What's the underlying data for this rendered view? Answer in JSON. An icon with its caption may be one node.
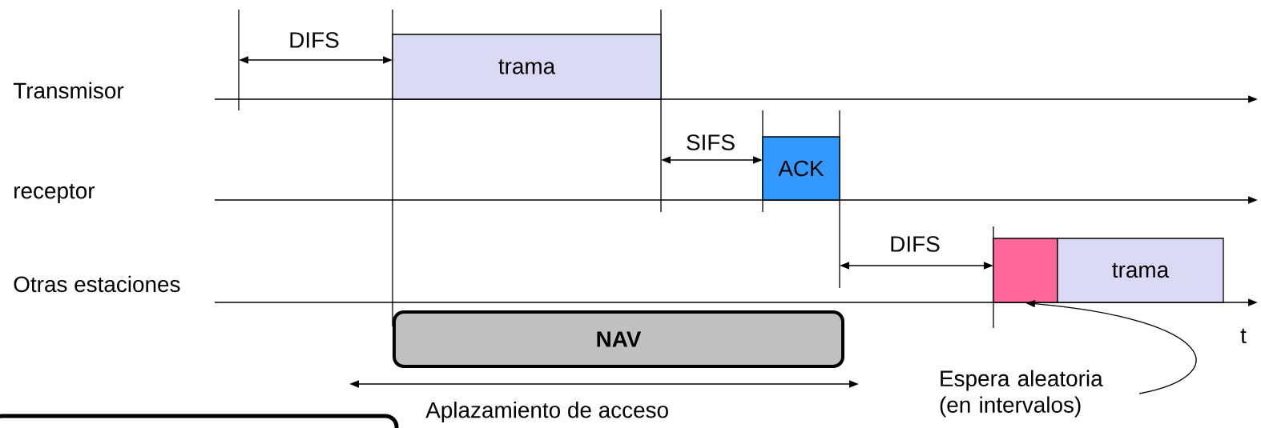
{
  "diagram": {
    "nodes": [
      {
        "text": [
          "trama"
        ]
      },
      {
        "text": [
          "ACK"
        ]
      },
      {
        "text": [],
        "shape": "box"
      },
      {
        "text": [
          "trama"
        ]
      },
      {
        "text": [
          "NAV"
        ]
      },
      {
        "text": [],
        "shape": "box"
      },
      {
        "text": [
          "Espera aleatoria (en intervalos)"
        ]
      }
    ],
    "edges": [
      {
        "from": 6,
        "to": 2,
        "arrow": "to"
      }
    ],
    "labels": [
      "DIFS",
      "Transmisor",
      "SIFS",
      "receptor",
      "DIFS",
      "Otras estaciones",
      "t",
      "Aplazamiento de acceso"
    ]
  }
}
